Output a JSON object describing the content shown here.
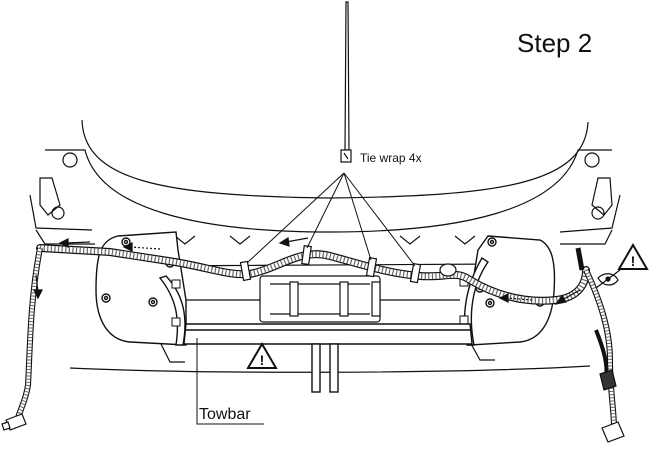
{
  "diagram": {
    "step_title": "Step 2",
    "tie_wrap_label": "Tie wrap 4x",
    "towbar_label": "Towbar",
    "warning_symbol": "!",
    "icons": [
      "warning-triangle-icon",
      "eye-icon",
      "tie-wrap-icon"
    ],
    "colors": {
      "line": "#111111",
      "background": "#ffffff",
      "hatch": "#555555"
    }
  }
}
